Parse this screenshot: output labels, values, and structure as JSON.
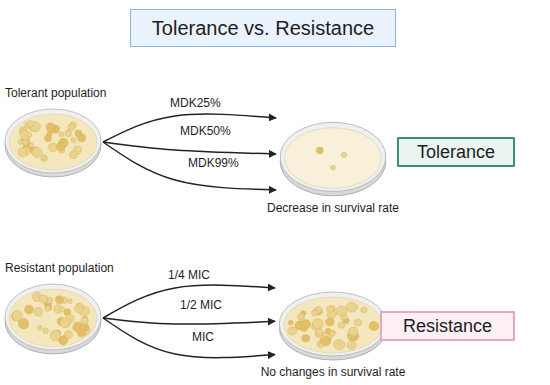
{
  "diagram": {
    "title": "Tolerance vs. Resistance",
    "nodes": [
      {
        "text": [
          "Tolerant population"
        ]
      },
      {
        "text": [
          "Decrease in survival rate"
        ]
      },
      {
        "text": [
          "Tolerance"
        ]
      },
      {
        "text": [
          "Resistant population"
        ]
      },
      {
        "text": [
          "No changes in survival rate"
        ]
      },
      {
        "text": [
          "Resistance"
        ]
      }
    ],
    "edges": [
      {
        "from": 0,
        "to": 1,
        "label": "MDK25%",
        "arrow": "to"
      },
      {
        "from": 0,
        "to": 1,
        "label": "MDK50%",
        "arrow": "to"
      },
      {
        "from": 0,
        "to": 1,
        "label": "MDK99%",
        "arrow": "to"
      },
      {
        "from": 3,
        "to": 4,
        "label": "1/4 MIC",
        "arrow": "to"
      },
      {
        "from": 3,
        "to": 4,
        "label": "1/2 MIC",
        "arrow": "to"
      },
      {
        "from": 3,
        "to": 4,
        "label": "MIC",
        "arrow": "to"
      }
    ]
  }
}
